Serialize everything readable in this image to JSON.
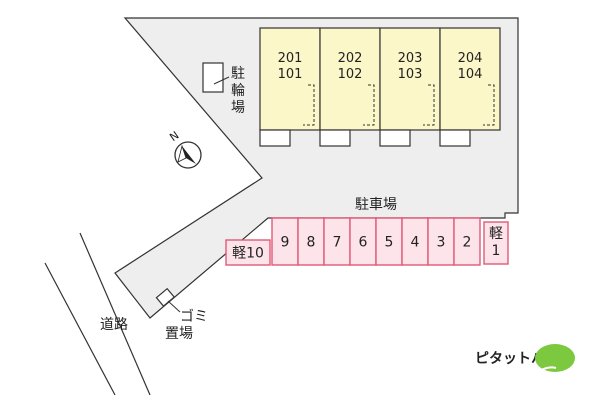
{
  "units": [
    {
      "upper": "201",
      "lower": "101"
    },
    {
      "upper": "202",
      "lower": "102"
    },
    {
      "upper": "203",
      "lower": "103"
    },
    {
      "upper": "204",
      "lower": "104"
    }
  ],
  "labels": {
    "bicycle_parking": [
      "駐",
      "輪",
      "場"
    ],
    "parking_lot": "駐車場",
    "road": "道路",
    "garbage_line1": "ゴミ",
    "garbage_line2": "置場",
    "north": "N"
  },
  "parking_slots": [
    "軽10",
    "9",
    "8",
    "7",
    "6",
    "5",
    "4",
    "3",
    "2",
    "軽1"
  ],
  "brand": {
    "name": "ピタットハウス"
  },
  "colors": {
    "lot": "#eeeeee",
    "building": "#fbf7c9",
    "parking_fill": "#fde3ea",
    "parking_stroke": "#e05a78",
    "brand_green": "#7cc93f"
  }
}
